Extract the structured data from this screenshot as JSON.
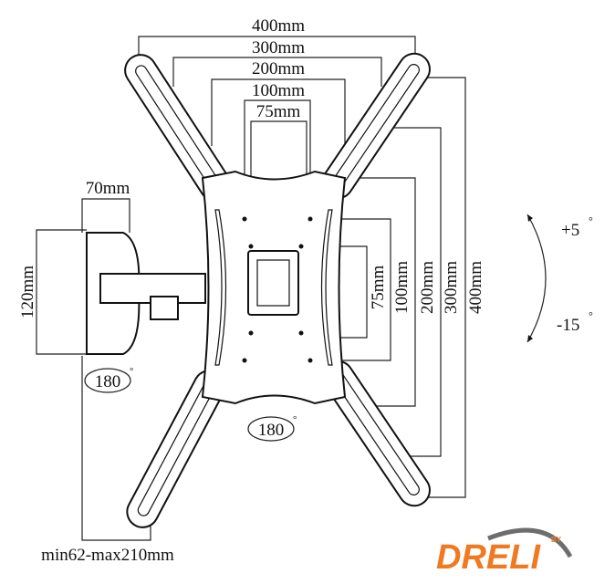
{
  "dimensions": {
    "horizontal": [
      "400mm",
      "300mm",
      "200mm",
      "100mm",
      "75mm"
    ],
    "vertical": [
      "75mm",
      "100mm",
      "200mm",
      "300mm",
      "400mm"
    ],
    "wall_plate_width": "70mm",
    "wall_plate_height": "120mm",
    "extension": "min62-max210mm"
  },
  "rotation": {
    "arm_swivel": "180",
    "plate_rotation": "180",
    "tilt_up": "+5",
    "tilt_down": "-15",
    "degree_symbol": "°"
  },
  "logo": {
    "text": "DRELI",
    "by": "BY",
    "colors": {
      "orange": "#f07a22",
      "gray": "#6d6d6d"
    }
  }
}
